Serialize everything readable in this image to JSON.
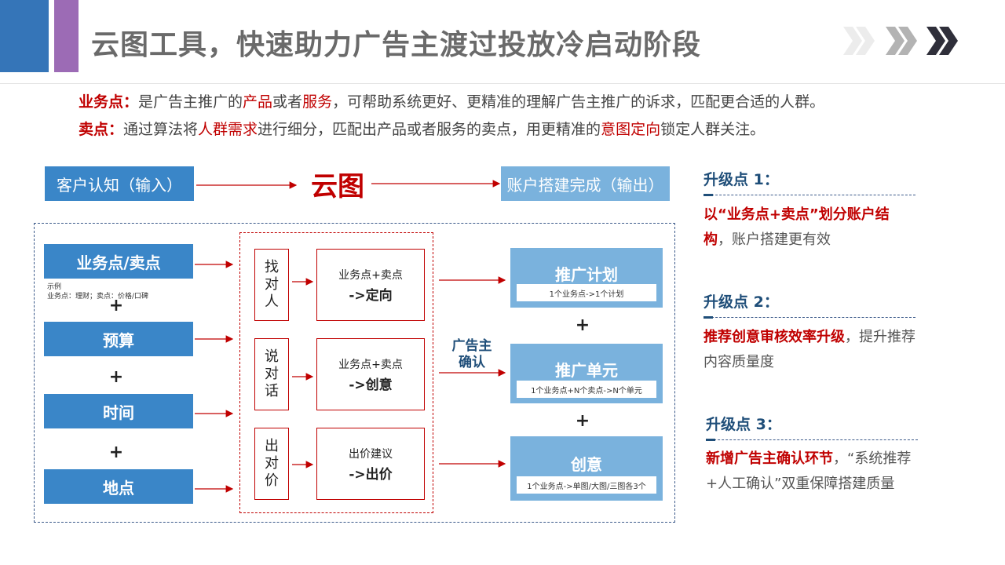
{
  "header": {
    "title": "云图工具，快速助力广告主渡过投放冷启动阶段",
    "colors": {
      "blue": "#3575b8",
      "purple": "#9c6bb5",
      "chevrons": [
        "#e8e8e8",
        "#b0b0b0",
        "#333333"
      ]
    }
  },
  "intro": {
    "line1": {
      "label": "业务点：",
      "t1": "是广告主推广的",
      "r1": "产品",
      "t2": "或者",
      "r2": "服务",
      "t3": "，可帮助系统更好、更精准的理解广告主推广的诉求，匹配更合适的人群。"
    },
    "line2": {
      "label": "卖点：",
      "t1": "通过算法将",
      "r1": "人群需求",
      "t2": "进行细分，匹配出产品或者服务的卖点，用更精准的",
      "r2": "意图定向",
      "t3": "锁定人群关注。"
    }
  },
  "flow": {
    "input": "客户认知（输入）",
    "center": "云图",
    "output": "账户搭建完成（输出）"
  },
  "left_items": {
    "item1": "业务点/卖点",
    "example_title": "示例",
    "example_text": "业务点：理财；卖点：价格/口碑",
    "item2": "预算",
    "item3": "时间",
    "item4": "地点",
    "plus": "+"
  },
  "steps": [
    {
      "tag": [
        "找",
        "对",
        "人"
      ],
      "line1": "业务点+卖点",
      "line2": "->定向"
    },
    {
      "tag": [
        "说",
        "对",
        "话"
      ],
      "line1": "业务点+卖点",
      "line2": "->创意"
    },
    {
      "tag": [
        "出",
        "对",
        "价"
      ],
      "line1": "出价建议",
      "line2": "->出价"
    }
  ],
  "confirm": "广告主确认",
  "results": [
    {
      "title": "推广计划",
      "sub": "1个业务点->1个计划"
    },
    {
      "title": "推广单元",
      "sub": "1个业务点+N个卖点->N个单元"
    },
    {
      "title": "创意",
      "sub": "1个业务点->单图/大图/三图各3个"
    }
  ],
  "upgrades": [
    {
      "heading": "升级点 1：",
      "red": "以“业务点+卖点”划分账户结构",
      "rest": "，账户搭建更有效"
    },
    {
      "heading": "升级点 2：",
      "red": "推荐创意审核效率升级",
      "rest": "，提升推荐内容质量度"
    },
    {
      "heading": "升级点 3：",
      "red": "新增广告主确认环节",
      "rest": "，“系统推荐+人工确认”双重保障搭建质量"
    }
  ]
}
